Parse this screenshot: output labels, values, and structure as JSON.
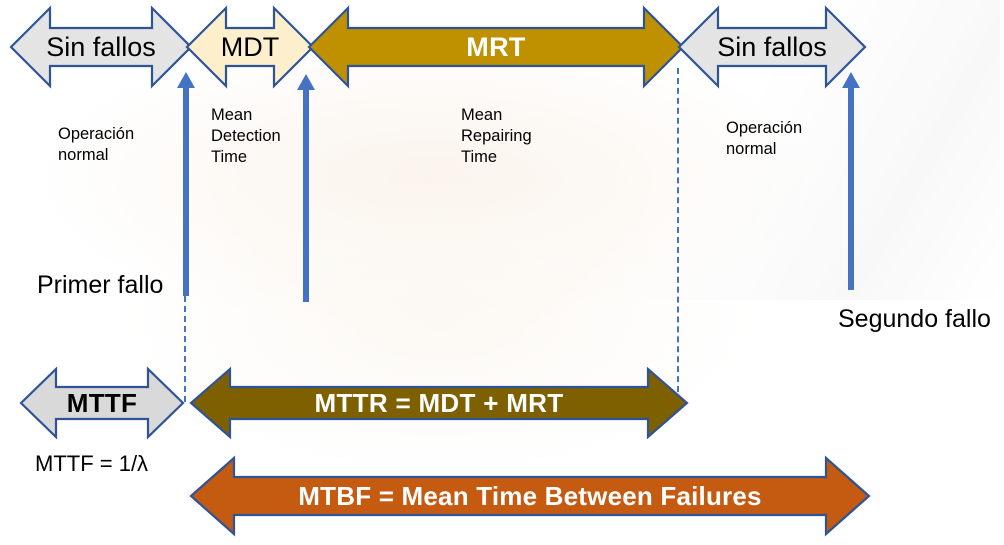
{
  "diagram": {
    "title": "MTBF / MTTR reliability timeline",
    "colors": {
      "outline": "#2E5496",
      "gray_fill": "#E4E4E4",
      "cream_fill": "#FDEFCC",
      "gold_fill": "#BF9000",
      "olive_fill": "#7F6000",
      "orange_fill": "#C55A11",
      "blue_arrow": "#4472C4",
      "dash_line": "#4472C4",
      "text_dark": "#000000",
      "text_light": "#FFFFFF"
    },
    "timeline_bars": [
      {
        "id": "sin-fallos-left",
        "label": "Sin fallos",
        "fill": "gray",
        "text_color": "dark"
      },
      {
        "id": "mdt",
        "label": "MDT",
        "fill": "cream",
        "text_color": "dark"
      },
      {
        "id": "mrt",
        "label": "MRT",
        "fill": "gold",
        "text_color": "light"
      },
      {
        "id": "sin-fallos-right",
        "label": "Sin fallos",
        "fill": "gray",
        "text_color": "dark"
      }
    ],
    "captions": [
      {
        "id": "operacion-normal-left",
        "text": "Operación\nnormal"
      },
      {
        "id": "mean-detection-time",
        "text": "Mean\nDetection\nTime"
      },
      {
        "id": "mean-repairing-time",
        "text": "Mean\nRepairing\nTime"
      },
      {
        "id": "operacion-normal-right",
        "text": "Operación\nnormal"
      }
    ],
    "event_labels": [
      {
        "id": "primer-fallo",
        "text": "Primer fallo"
      },
      {
        "id": "segundo-fallo",
        "text": "Segundo fallo"
      }
    ],
    "summary_bars": [
      {
        "id": "mttf",
        "label": "MTTF",
        "fill": "gray",
        "text_color": "dark"
      },
      {
        "id": "mttr",
        "label": "MTTR = MDT + MRT",
        "fill": "olive",
        "text_color": "light"
      },
      {
        "id": "mtbf",
        "label": "MTBF = Mean Time Between Failures",
        "fill": "orange",
        "text_color": "light"
      }
    ],
    "formula": {
      "id": "mttf-formula",
      "text": "MTTF = 1/λ"
    },
    "markers": [
      {
        "id": "marker-first-failure",
        "kind": "up-arrow"
      },
      {
        "id": "marker-detection-end",
        "kind": "up-arrow"
      },
      {
        "id": "marker-second-failure",
        "kind": "up-arrow"
      },
      {
        "id": "guide-left",
        "kind": "dashed-vertical"
      },
      {
        "id": "guide-right",
        "kind": "dashed-vertical"
      }
    ]
  }
}
